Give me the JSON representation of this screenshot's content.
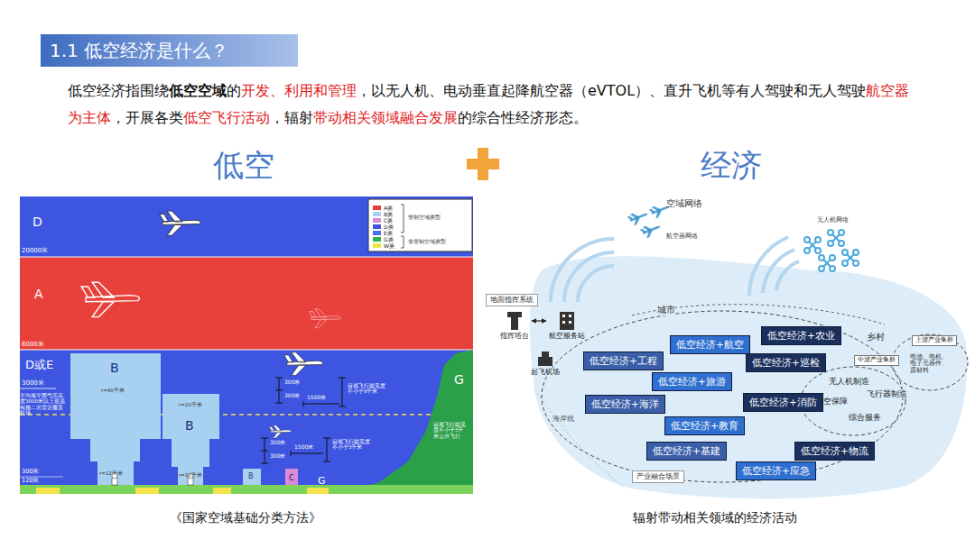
{
  "diagram": {
    "title": "1.1 低空经济是什么？",
    "nodes": [
      {
        "text": [
          "地面指挥系统"
        ]
      },
      {
        "text": [
          "指挥塔台"
        ]
      },
      {
        "text": [
          "航空服务站"
        ]
      },
      {
        "text": [
          "起飞机场"
        ]
      },
      {
        "text": [
          "低空经济+航空"
        ]
      },
      {
        "text": [
          "低空经济+农业"
        ]
      },
      {
        "text": [
          "低空经济+工程"
        ]
      },
      {
        "text": [
          "低空经济+巡检"
        ]
      },
      {
        "text": [
          "低空经济+旅游"
        ]
      },
      {
        "text": [
          "低空经济+海洋"
        ]
      },
      {
        "text": [
          "低空经济+消防"
        ]
      },
      {
        "text": [
          "低空经济+教育"
        ]
      },
      {
        "text": [
          "低空经济+基建"
        ]
      },
      {
        "text": [
          "低空经济+物流"
        ]
      },
      {
        "text": [
          "低空经济+应急"
        ]
      },
      {
        "text": [
          "中游产业集群"
        ]
      },
      {
        "text": [
          "上游产业集群"
        ]
      },
      {
        "text": [
          "产业融合场景"
        ]
      }
    ],
    "edges": [
      {
        "from": 1,
        "to": 2,
        "arrow": "both"
      }
    ],
    "labels": [
      "低空经济指围绕",
      "低空空域",
      "的",
      "开发、利用和管理",
      "，以无人机、电动垂直起降航空器（eVTOL）、直升飞机等有人驾驶和无人驾驶",
      "航空器为主体",
      "，开展各类",
      "低空飞行活动",
      "，辐射",
      "带动相关领域融合发展",
      "的综合性经济形态。",
      "低空",
      "经济",
      "D",
      "A",
      "D或E",
      "B",
      "B",
      "B",
      "C",
      "G",
      "G",
      "20000米",
      "6000米",
      "3000米",
      "300米",
      "120米",
      "平均海平面气压高度3000米以上逆温实施二次雷达覆盖机场",
      "r=40千米",
      "r=20千米",
      "r=12千米",
      "r=10千米",
      "300米",
      "300米",
      "1500米",
      "目视飞行能见度不小于8千米",
      "300米",
      "300米",
      "1500米",
      "目视飞行能见度不小于5千米",
      "目视飞行能见度不小于5千米云外飞行",
      "管制空域类型",
      "非管制空域类型",
      "空域网络",
      "航空器网络",
      "无人机网络",
      "城市",
      "乡村",
      "海岸线",
      "无人机制造",
      "低空保障",
      "飞行器制造",
      "综合服务",
      "电池、电机、电子元器件、原材料",
      "《国家空域基础分类方法》",
      "辐射带动相关领域的经济活动"
    ],
    "legend": [
      {
        "text": "A类",
        "color": "#e8413c"
      },
      {
        "text": "B类",
        "color": "#a8d0f0"
      },
      {
        "text": "C类",
        "color": "#d98ad9"
      },
      {
        "text": "D类",
        "color": "#3d55e0"
      },
      {
        "text": "E类",
        "color": "#4a6cf0"
      },
      {
        "text": "G类",
        "color": "#34b04a"
      },
      {
        "text": "W类",
        "color": "#e8e84a"
      }
    ]
  }
}
